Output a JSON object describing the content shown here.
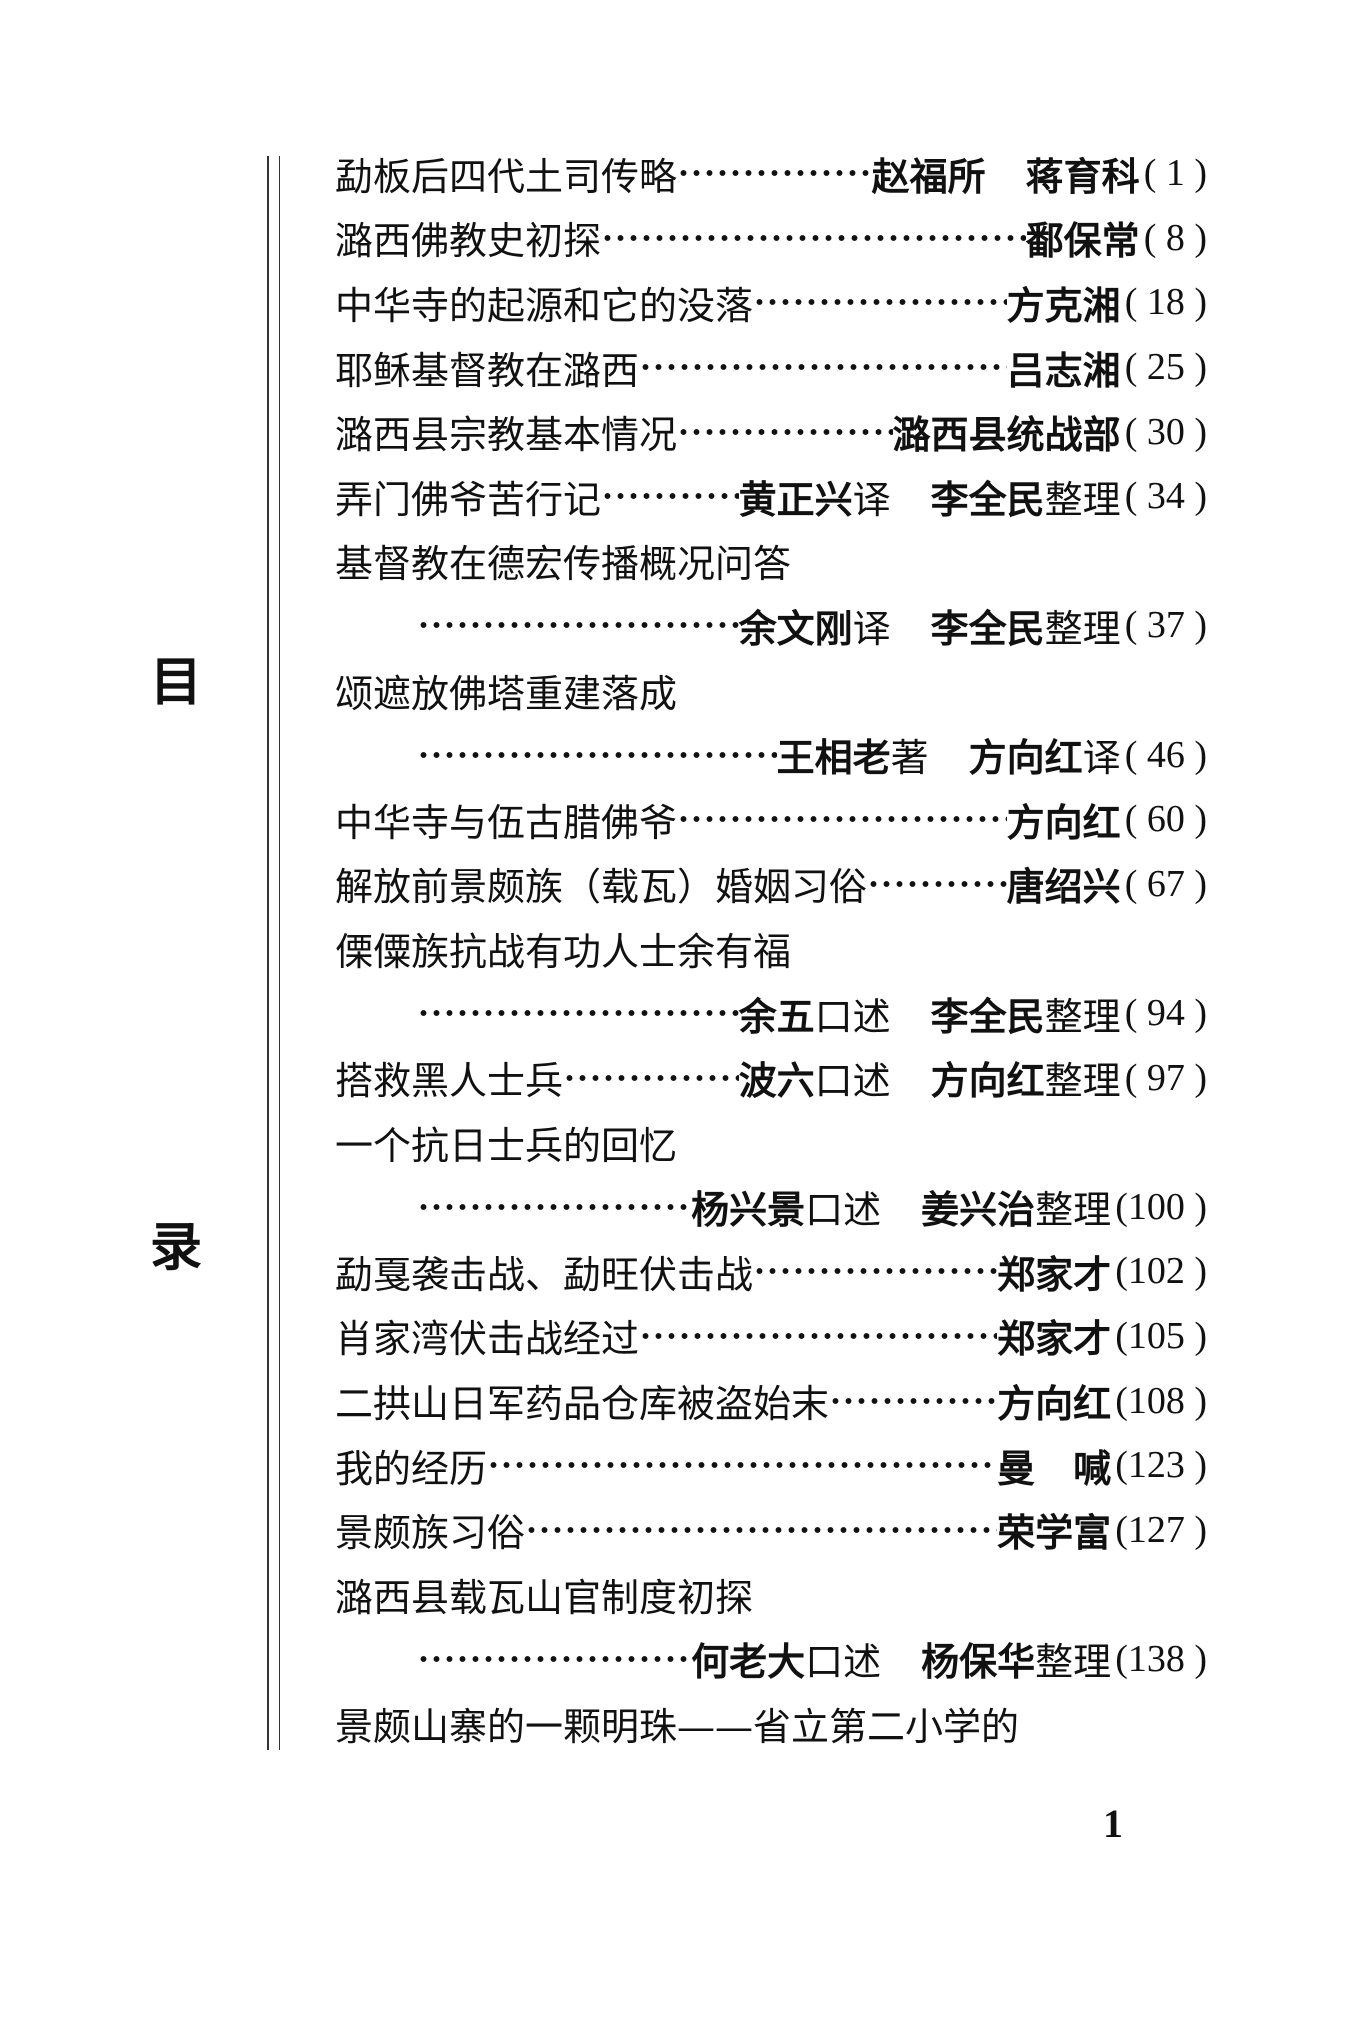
{
  "side_title": [
    "目",
    "录"
  ],
  "page_number": "1",
  "entries": [
    {
      "title": "勐板后四代土司传略",
      "authors": [
        {
          "name": "赵福所",
          "role": ""
        },
        {
          "name": "蒋育科",
          "role": ""
        }
      ],
      "page": "( 1 )"
    },
    {
      "title": "潞西佛教史初探",
      "authors": [
        {
          "name": "鄱保常",
          "role": ""
        }
      ],
      "page": "( 8 )"
    },
    {
      "title": "中华寺的起源和它的没落",
      "authors": [
        {
          "name": "方克湘",
          "role": ""
        }
      ],
      "page": "( 18 )"
    },
    {
      "title": "耶稣基督教在潞西",
      "authors": [
        {
          "name": "吕志湘",
          "role": ""
        }
      ],
      "page": "( 25 )"
    },
    {
      "title": "潞西县宗教基本情况",
      "authors": [
        {
          "name": "潞西县统战部",
          "role": ""
        }
      ],
      "page": "( 30 )"
    },
    {
      "title": "弄门佛爷苦行记",
      "authors": [
        {
          "name": "黄正兴",
          "role": "译"
        },
        {
          "name": "李全民",
          "role": "整理"
        }
      ],
      "page": "( 34 )"
    },
    {
      "title": "基督教在德宏传播概况问答",
      "wrap": true,
      "authors": [
        {
          "name": "余文刚",
          "role": "译"
        },
        {
          "name": "李全民",
          "role": "整理"
        }
      ],
      "page": "( 37 )"
    },
    {
      "title": "颂遮放佛塔重建落成",
      "wrap": true,
      "authors": [
        {
          "name": "王相老",
          "role": "著"
        },
        {
          "name": "方向红",
          "role": "译"
        }
      ],
      "page": "( 46 )"
    },
    {
      "title": "中华寺与伍古腊佛爷",
      "authors": [
        {
          "name": "方向红",
          "role": ""
        }
      ],
      "page": "( 60 )"
    },
    {
      "title": "解放前景颇族（载瓦）婚姻习俗",
      "authors": [
        {
          "name": "唐绍兴",
          "role": ""
        }
      ],
      "page": "( 67 )"
    },
    {
      "title": "傈僳族抗战有功人士余有福",
      "wrap": true,
      "authors": [
        {
          "name": "余五",
          "role": "口述"
        },
        {
          "name": "李全民",
          "role": "整理"
        }
      ],
      "page": "( 94 )"
    },
    {
      "title": "搭救黑人士兵",
      "authors": [
        {
          "name": "波六",
          "role": "口述"
        },
        {
          "name": "方向红",
          "role": "整理"
        }
      ],
      "page": "( 97 )"
    },
    {
      "title": "一个抗日士兵的回忆",
      "wrap": true,
      "authors": [
        {
          "name": "杨兴景",
          "role": "口述"
        },
        {
          "name": "姜兴治",
          "role": "整理"
        }
      ],
      "page": "(100 )"
    },
    {
      "title": "勐戛袭击战、勐旺伏击战",
      "authors": [
        {
          "name": "郑家才",
          "role": ""
        }
      ],
      "page": "(102 )"
    },
    {
      "title": "肖家湾伏击战经过",
      "authors": [
        {
          "name": "郑家才",
          "role": ""
        }
      ],
      "page": "(105 )"
    },
    {
      "title": "二拱山日军药品仓库被盗始末",
      "authors": [
        {
          "name": "方向红",
          "role": ""
        }
      ],
      "page": "(108 )"
    },
    {
      "title": "我的经历",
      "authors": [
        {
          "name": "曼　喊",
          "role": ""
        }
      ],
      "page": "(123 )"
    },
    {
      "title": "景颇族习俗",
      "authors": [
        {
          "name": "荣学富",
          "role": ""
        }
      ],
      "page": "(127 )"
    },
    {
      "title": "潞西县载瓦山官制度初探",
      "wrap": true,
      "authors": [
        {
          "name": "何老大",
          "role": "口述"
        },
        {
          "name": "杨保华",
          "role": "整理"
        }
      ],
      "page": "(138 )"
    },
    {
      "title": "景颇山寨的一颗明珠——省立第二小学的",
      "open": true
    }
  ]
}
